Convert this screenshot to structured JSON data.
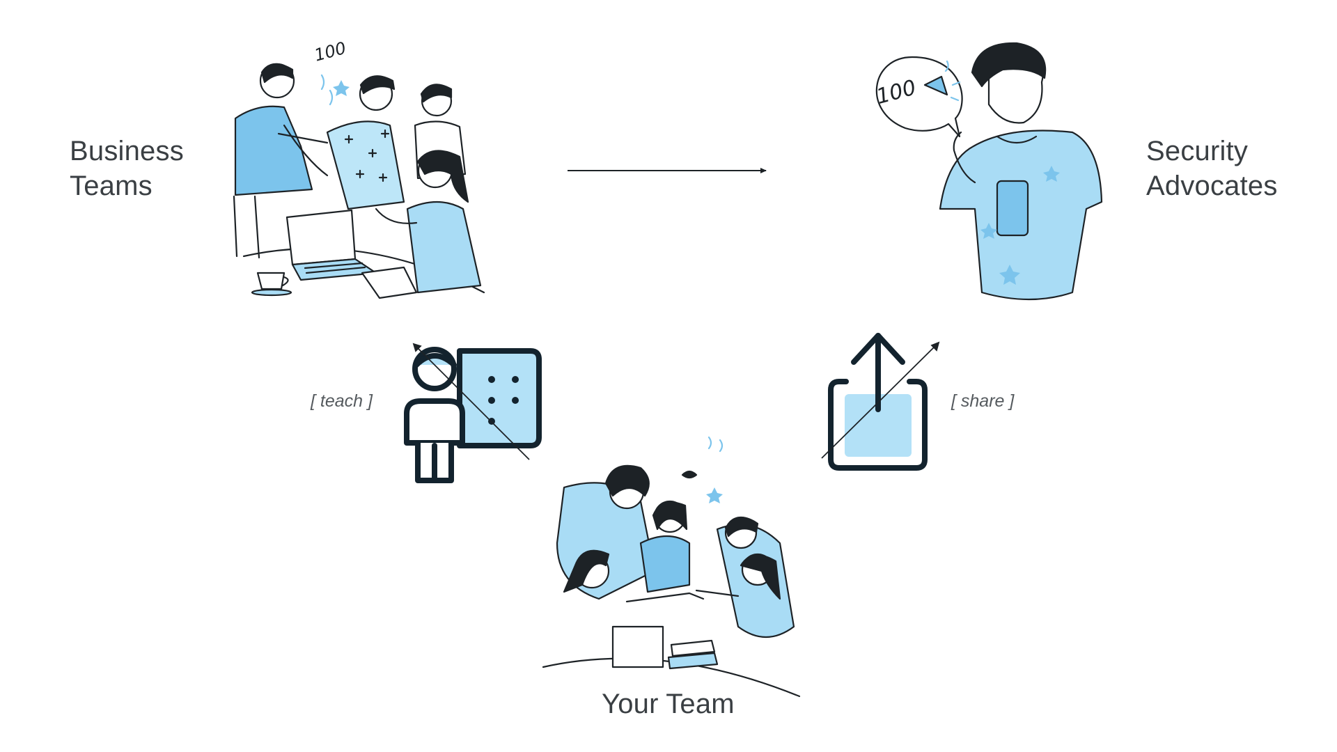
{
  "nodes": {
    "business": {
      "line1": "Business",
      "line2": "Teams"
    },
    "security": {
      "line1": "Security",
      "line2": "Advocates"
    },
    "team": {
      "label": "Your Team"
    }
  },
  "edges": {
    "teach": "[ teach ]",
    "share": "[ share ]"
  },
  "illustration_text": {
    "hundred": "100"
  },
  "colors": {
    "accent": "#a9dcf5",
    "accent_mid": "#7cc4ec",
    "ink": "#1d2226",
    "icon_stroke": "#13232e",
    "icon_fill": "#b3e1f7"
  }
}
